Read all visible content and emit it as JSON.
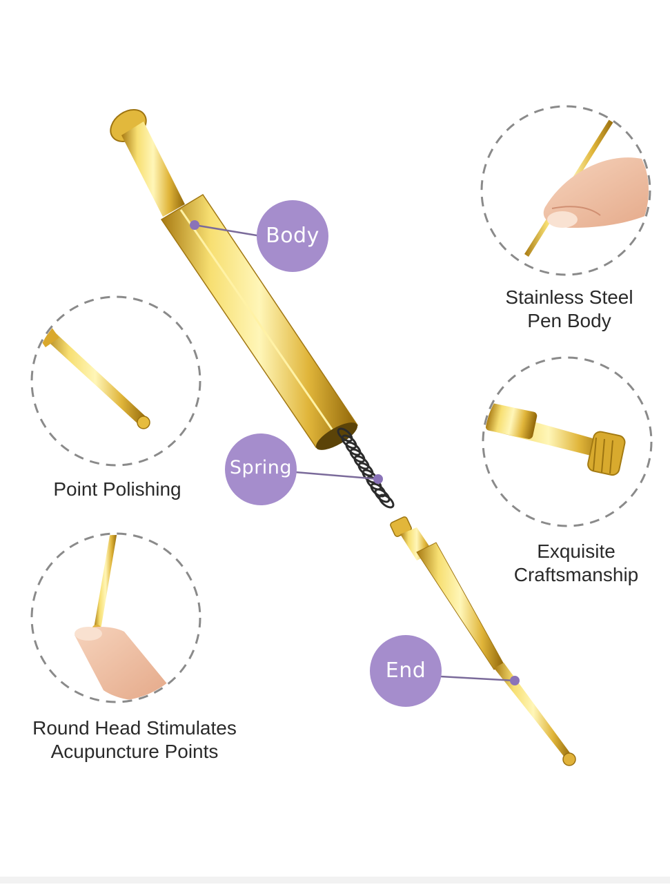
{
  "labels": {
    "body": "Body",
    "spring": "Spring",
    "end": "End"
  },
  "captions": {
    "stainless": [
      "Stainless Steel",
      "Pen Body"
    ],
    "point": [
      "Point Polishing"
    ],
    "exquisite": [
      "Exquisite",
      "Craftsmanship"
    ],
    "round_head": [
      "Round Head Stimulates",
      "Acupuncture Points"
    ]
  },
  "colors": {
    "bubble": "#a58dcc",
    "gold": "#d9b43a",
    "dash": "#8a8a8a"
  }
}
